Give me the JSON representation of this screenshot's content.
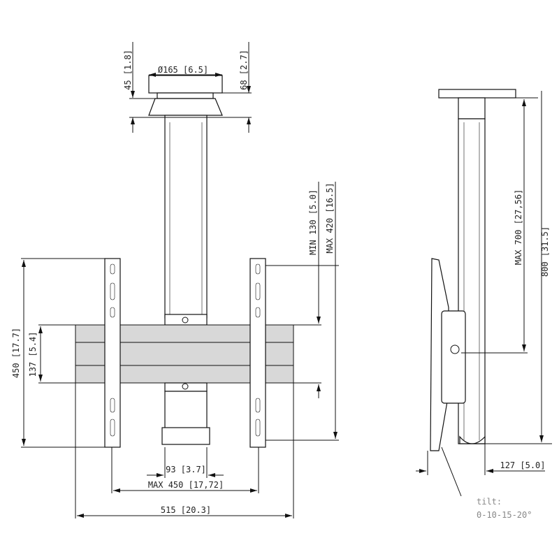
{
  "front_view": {
    "plate_height_top": "45 [1.8]",
    "plate_diameter": "Ø165 [6.5]",
    "plate_height_total": "68 [2.7]",
    "min_vertical": "MIN 130 [5.0]",
    "max_vertical": "MAX 420 [16.5]",
    "rail_height": "450 [17.7]",
    "bar_height": "137 [5.4]",
    "column_width": "93 [3.7]",
    "max_width": "MAX 450 [17,72]",
    "total_width": "515 [20.3]"
  },
  "side_view": {
    "max_length": "MAX 700 [27,56]",
    "total_length": "800 [31.5]",
    "depth": "127 [5.0]",
    "tilt_label": "tilt:",
    "tilt_values": "0-10-15-20°"
  }
}
